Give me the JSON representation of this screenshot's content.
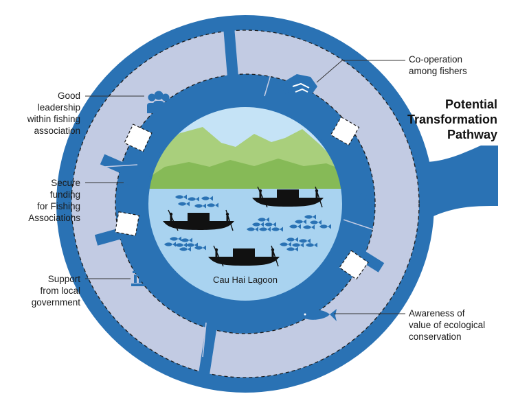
{
  "title": {
    "line1": "Potential",
    "line2": "Transformation",
    "line3": "Pathway"
  },
  "center_label": "Cau Hai Lagoon",
  "labels": {
    "leadership": [
      "Good",
      "leadership",
      "within fishing",
      "association"
    ],
    "funding": [
      "Secure",
      "funding",
      "for Fishing",
      "Associations"
    ],
    "government": [
      "Support",
      "from local",
      "government"
    ],
    "cooperation": [
      "Co-operation",
      "among fishers"
    ],
    "awareness": [
      "Awareness of",
      "value of ecological",
      "conservation"
    ]
  },
  "unknown_symbol": "?",
  "funding_symbol": "$",
  "icons": {
    "leadership": "people-group-icon",
    "funding": "dollar-sign-icon",
    "government": "government-building-icon",
    "cooperation": "handshake-icon",
    "unknown": "question-mark-icon",
    "awareness": "fish-icon"
  },
  "colors": {
    "ring_dark": "#2a72b4",
    "ring_light": "#c2cbe3",
    "lake_water": "#a9d3f0",
    "sky": "#c5e3f6",
    "mountain_back": "#a9cf7c",
    "mountain_front": "#86ba57",
    "fish": "#2a72b4",
    "boat": "#111111",
    "leader_line": "#333333"
  }
}
